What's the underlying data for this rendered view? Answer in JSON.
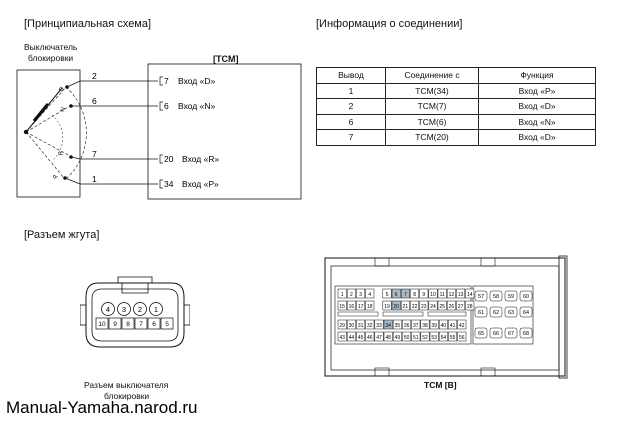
{
  "schematic": {
    "section_title": "[Принципиальная схема]",
    "switch_label_line1": "Выключатель",
    "switch_label_line2": "блокировки",
    "tcm_label": "[TCM]",
    "wires": [
      {
        "left_pin": "2",
        "tcm_pin": "7",
        "tcm_label": "Вход «D»",
        "pos_letter": "D"
      },
      {
        "left_pin": "6",
        "tcm_pin": "6",
        "tcm_label": "Вход «N»",
        "pos_letter": "N"
      },
      {
        "left_pin": "7",
        "tcm_pin": "20",
        "tcm_label": "Вход «R»",
        "pos_letter": "R"
      },
      {
        "left_pin": "1",
        "tcm_pin": "34",
        "tcm_label": "Вход «P»",
        "pos_letter": "P"
      }
    ]
  },
  "connection_info": {
    "section_title": "[Информация о соединении]",
    "headers": [
      "Вывод",
      "Соединение с",
      "Функция"
    ],
    "rows": [
      [
        "1",
        "TCM(34)",
        "Вход «P»"
      ],
      [
        "2",
        "TCM(7)",
        "Вход «D»"
      ],
      [
        "6",
        "TCM(6)",
        "Вход «N»"
      ],
      [
        "7",
        "TCM(20)",
        "Вход «D»"
      ]
    ]
  },
  "harness": {
    "section_title": "[Разъем жгута]",
    "switch_connector_caption_line1": "Разъем выключателя",
    "switch_connector_caption_line2": "блокировки",
    "switch_pins_top": [
      "4",
      "3",
      "2",
      "1"
    ],
    "switch_pins_bottom": [
      "10",
      "9",
      "8",
      "7",
      "6",
      "5"
    ],
    "tcm_connector_caption": "TCM [B]",
    "tcm_rows": [
      [
        "1",
        "2",
        "3",
        "4",
        "",
        "5",
        "6",
        "7",
        "8",
        "9",
        "10",
        "11",
        "12",
        "13",
        "14"
      ],
      [
        "15",
        "16",
        "17",
        "18",
        "",
        "19",
        "20",
        "21",
        "22",
        "23",
        "24",
        "25",
        "26",
        "27",
        "28"
      ],
      [
        "29",
        "30",
        "31",
        "32",
        "33",
        "34",
        "35",
        "36",
        "37",
        "38",
        "39",
        "40",
        "41",
        "42"
      ],
      [
        "43",
        "44",
        "45",
        "46",
        "47",
        "48",
        "49",
        "50",
        "51",
        "52",
        "53",
        "54",
        "55",
        "56"
      ]
    ],
    "tcm_highlighted": [
      "6",
      "7",
      "20",
      "34"
    ],
    "tcm_right_pins": [
      [
        "57",
        "58",
        "59",
        "60"
      ],
      [
        "61",
        "62",
        "63",
        "64"
      ],
      [
        "65",
        "66",
        "67",
        "68"
      ]
    ],
    "highlight_color": "#a9b9c6"
  },
  "watermark": "Manual-Yamaha.narod.ru"
}
